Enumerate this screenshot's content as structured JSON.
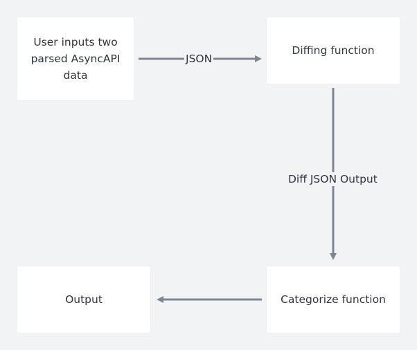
{
  "colors": {
    "background": "#f1f3f5",
    "node_fill": "#ffffff",
    "edge_stroke": "#7b8794",
    "text": "#2e3440"
  },
  "nodes": {
    "input": {
      "label": "User inputs two parsed AsyncAPI data"
    },
    "diffing": {
      "label": "Diffing function"
    },
    "categorize": {
      "label": "Categorize function"
    },
    "output": {
      "label": "Output"
    }
  },
  "edges": {
    "input_to_diffing": {
      "label": "JSON"
    },
    "diffing_to_categorize": {
      "label": "Diff JSON Output"
    },
    "categorize_to_output": {
      "label": ""
    }
  }
}
